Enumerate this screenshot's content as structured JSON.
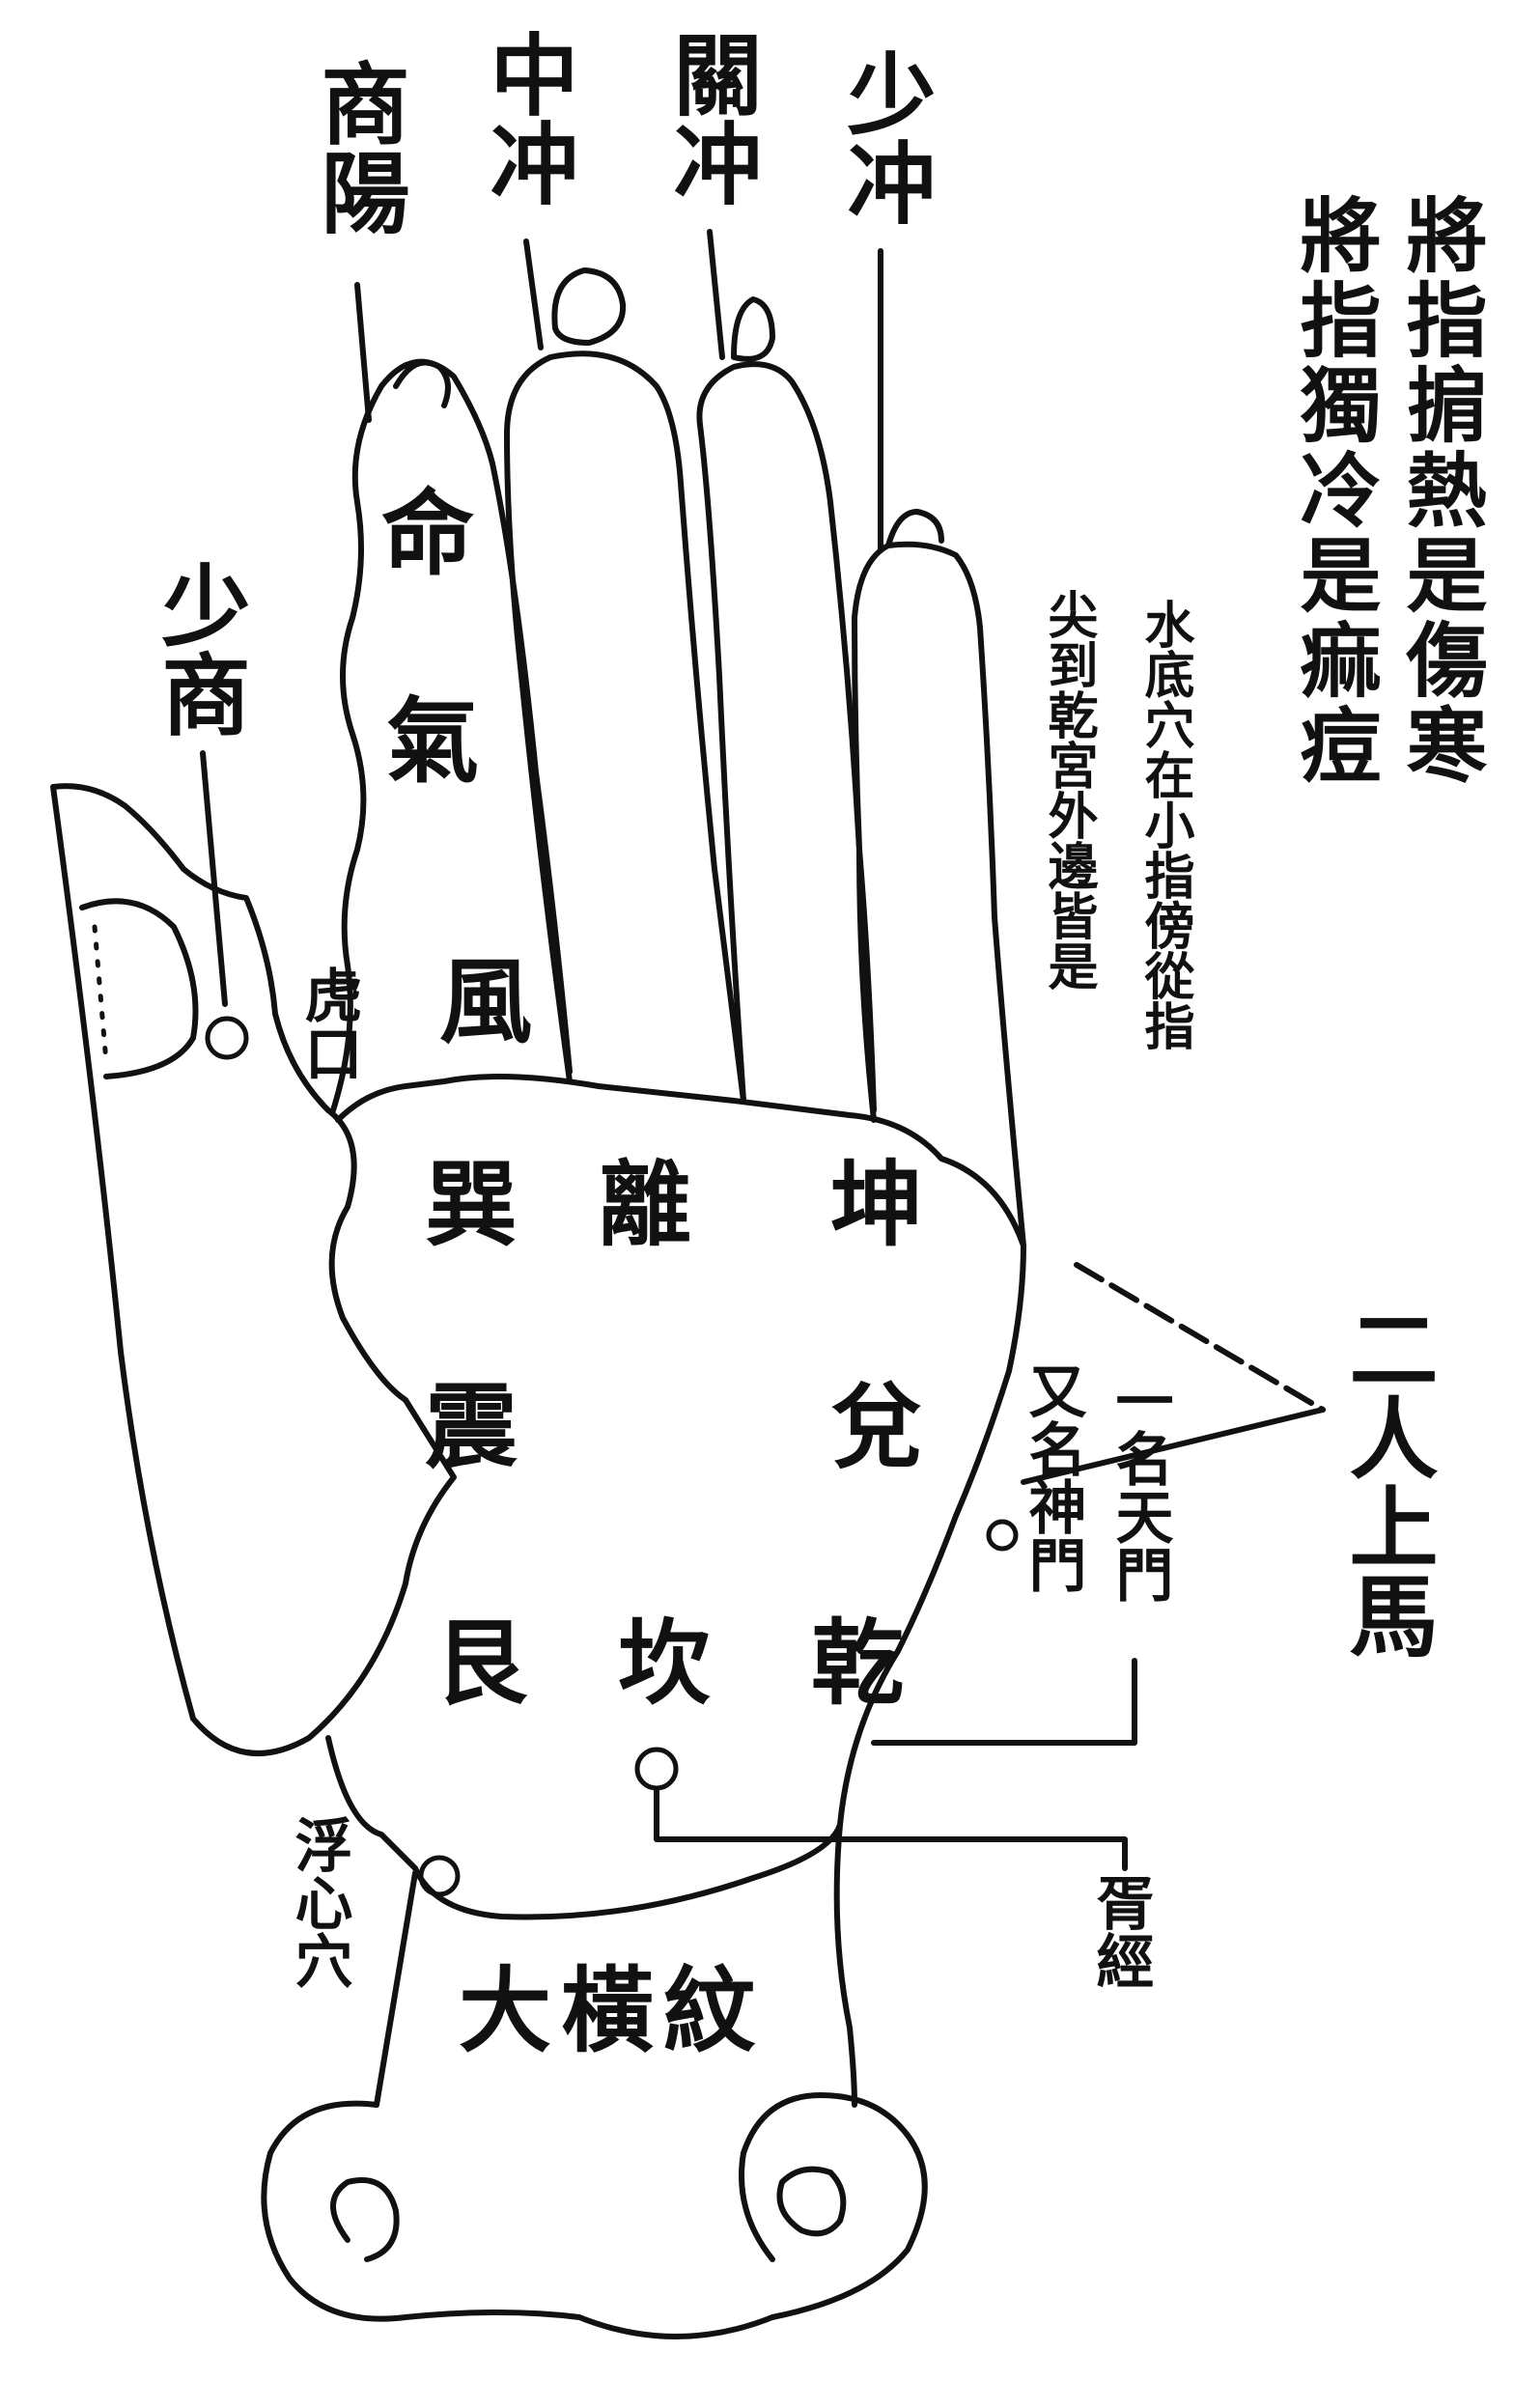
{
  "labels": {
    "shangyang": "商陽",
    "zhongchong": "中冲",
    "guanchong": "關冲",
    "shaochong": "少冲",
    "shaoshang": "少商",
    "ming": "命",
    "qi": "氣",
    "feng": "風",
    "hukou": "虎口",
    "fuxinxue": "浮心穴",
    "dahengwen": "大橫紋",
    "yijing": "胥經",
    "ershangma": "二人上馬",
    "note_line1": "將指掮熱是傷寒",
    "note_line2": "將指獨冷是痲痘",
    "water_line1": "水底穴在小指傍從指",
    "water_line2": "尖到乾宮外邊皆是",
    "alias_line1": "一名天門",
    "alias_line2": "又名神門"
  },
  "trigrams": {
    "xun": "巽",
    "li": "離",
    "kun": "坤",
    "zhen": "震",
    "dui": "兌",
    "gen": "艮",
    "kan": "坎",
    "qian": "乾"
  },
  "colors": {
    "ink": "#111111",
    "paper": "#ffffff"
  }
}
